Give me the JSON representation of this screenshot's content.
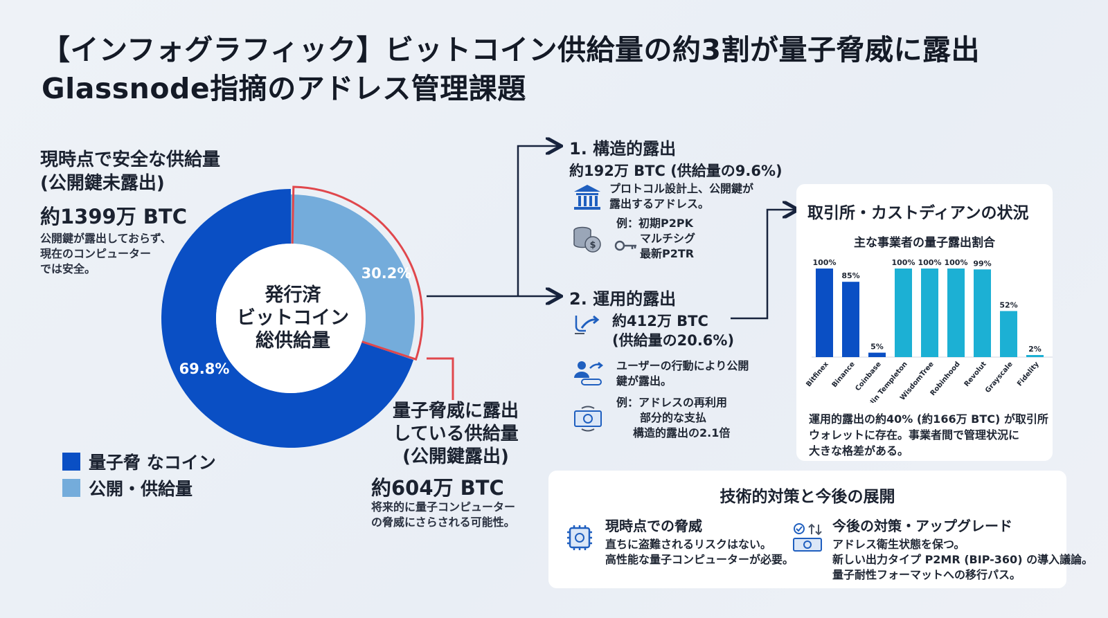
{
  "title": {
    "line1": "【インフォグラフィック】ビットコイン供給量の約3割が量子脅威に露出",
    "line2": "Glassnode指摘のアドレス管理課題"
  },
  "safe": {
    "heading_line1": "現時点で安全な供給量",
    "heading_line2": "(公開鍵未露出)",
    "amount": "約1399万 BTC",
    "note_line1": "公開鍵が露出しておらず、",
    "note_line2": "現在のコンピューター",
    "note_line3": "では安全。"
  },
  "donut": {
    "center_line1": "発行済",
    "center_line2": "ビットコイン",
    "center_line3": "総供給量",
    "safe_pct_label": "69.8%",
    "exposed_pct_label": "30.2%"
  },
  "legend": {
    "item1": "量子脅 なコイン",
    "item2": "公開・供給量"
  },
  "exposed": {
    "heading_line1": "量子脅威に露出",
    "heading_line2": "している供給量",
    "heading_line3": "(公開鍵露出)",
    "amount": "約604万 BTC",
    "note_line1": "将来的に量子コンピューター",
    "note_line2": "の脅威にさらされる可能性。"
  },
  "structural": {
    "title": "1. 構造的露出",
    "amount": "約192万 BTC (供給量の9.6%)",
    "desc_line1": "プロトコル設計上、公開鍵が",
    "desc_line2": "露出するアドレス。",
    "ex_line1": "例：初期P2PK",
    "ex_line2": "マルチシグ",
    "ex_line3": "最新P2TR"
  },
  "operational": {
    "title": "2. 運用的露出",
    "amount_line1": "約412万 BTC",
    "amount_line2": "(供給量の20.6%)",
    "desc_line1": "ユーザーの行動により公開",
    "desc_line2": "鍵が露出。",
    "ex_line1": "例：アドレスの再利用",
    "ex_line2": "部分的な支払",
    "ex_line3": "構造的露出の2.1倍"
  },
  "custody": {
    "title": "取引所・カストディアンの状況",
    "chart_subtitle": "主な事業者の量子露出割合",
    "note_line1": "運用的露出の約40% (約166万 BTC) が取引所",
    "note_line2": "ウォレットに存在。事業者間で管理状況に",
    "note_line3": "大きな格差がある。"
  },
  "chart_data": {
    "type": "bar",
    "title": "主な事業者の量子露出割合",
    "categories": [
      "Bitfinex",
      "Binance",
      "Coinbase",
      "Franklin Templeton",
      "WisdomTree",
      "Robinhood",
      "Revolut",
      "Grayscale",
      "Fidelity"
    ],
    "values": [
      100,
      85,
      5,
      100,
      100,
      100,
      99,
      52,
      2
    ],
    "value_labels": [
      "100%",
      "85%",
      "5%",
      "100%",
      "100%",
      "100%",
      "99%",
      "52%",
      "2%"
    ],
    "ylim": [
      0,
      100
    ],
    "grid": false,
    "bar_colors": [
      "#0a4fc4",
      "#0a4fc4",
      "#0a4fc4",
      "#1cb0d4",
      "#1cb0d4",
      "#1cb0d4",
      "#1cb0d4",
      "#1cb0d4",
      "#1cb0d4"
    ]
  },
  "bottom": {
    "title": "技術的対策と今後の展開",
    "left_head": "現時点での脅威",
    "left_line1": "直ちに盗難されるリスクはない。",
    "left_line2": "高性能な量子コンピューターが必要。",
    "right_head": "今後の対策・アップグレード",
    "right_line1": "アドレス衛生状態を保つ。",
    "right_line2": "新しい出力タイプ P2MR (BIP-360) の導入議論。",
    "right_line3": "量子耐性フォーマットへの移行パス。"
  },
  "colors": {
    "safe": "#0a4fc4",
    "exposed": "#74acdb",
    "highlight": "#e0474c",
    "arrow": "#17233d",
    "exchange_bar": "#0a4fc4",
    "custodian_bar": "#1cb0d4"
  },
  "icons": {
    "bank": "bank-icon",
    "coins": "coins-icon",
    "key": "key-icon",
    "transfer": "transfer-icon",
    "users": "users-icon",
    "cash": "cash-cycle-icon",
    "chip": "chip-icon",
    "upgrade": "upgrade-icon"
  }
}
